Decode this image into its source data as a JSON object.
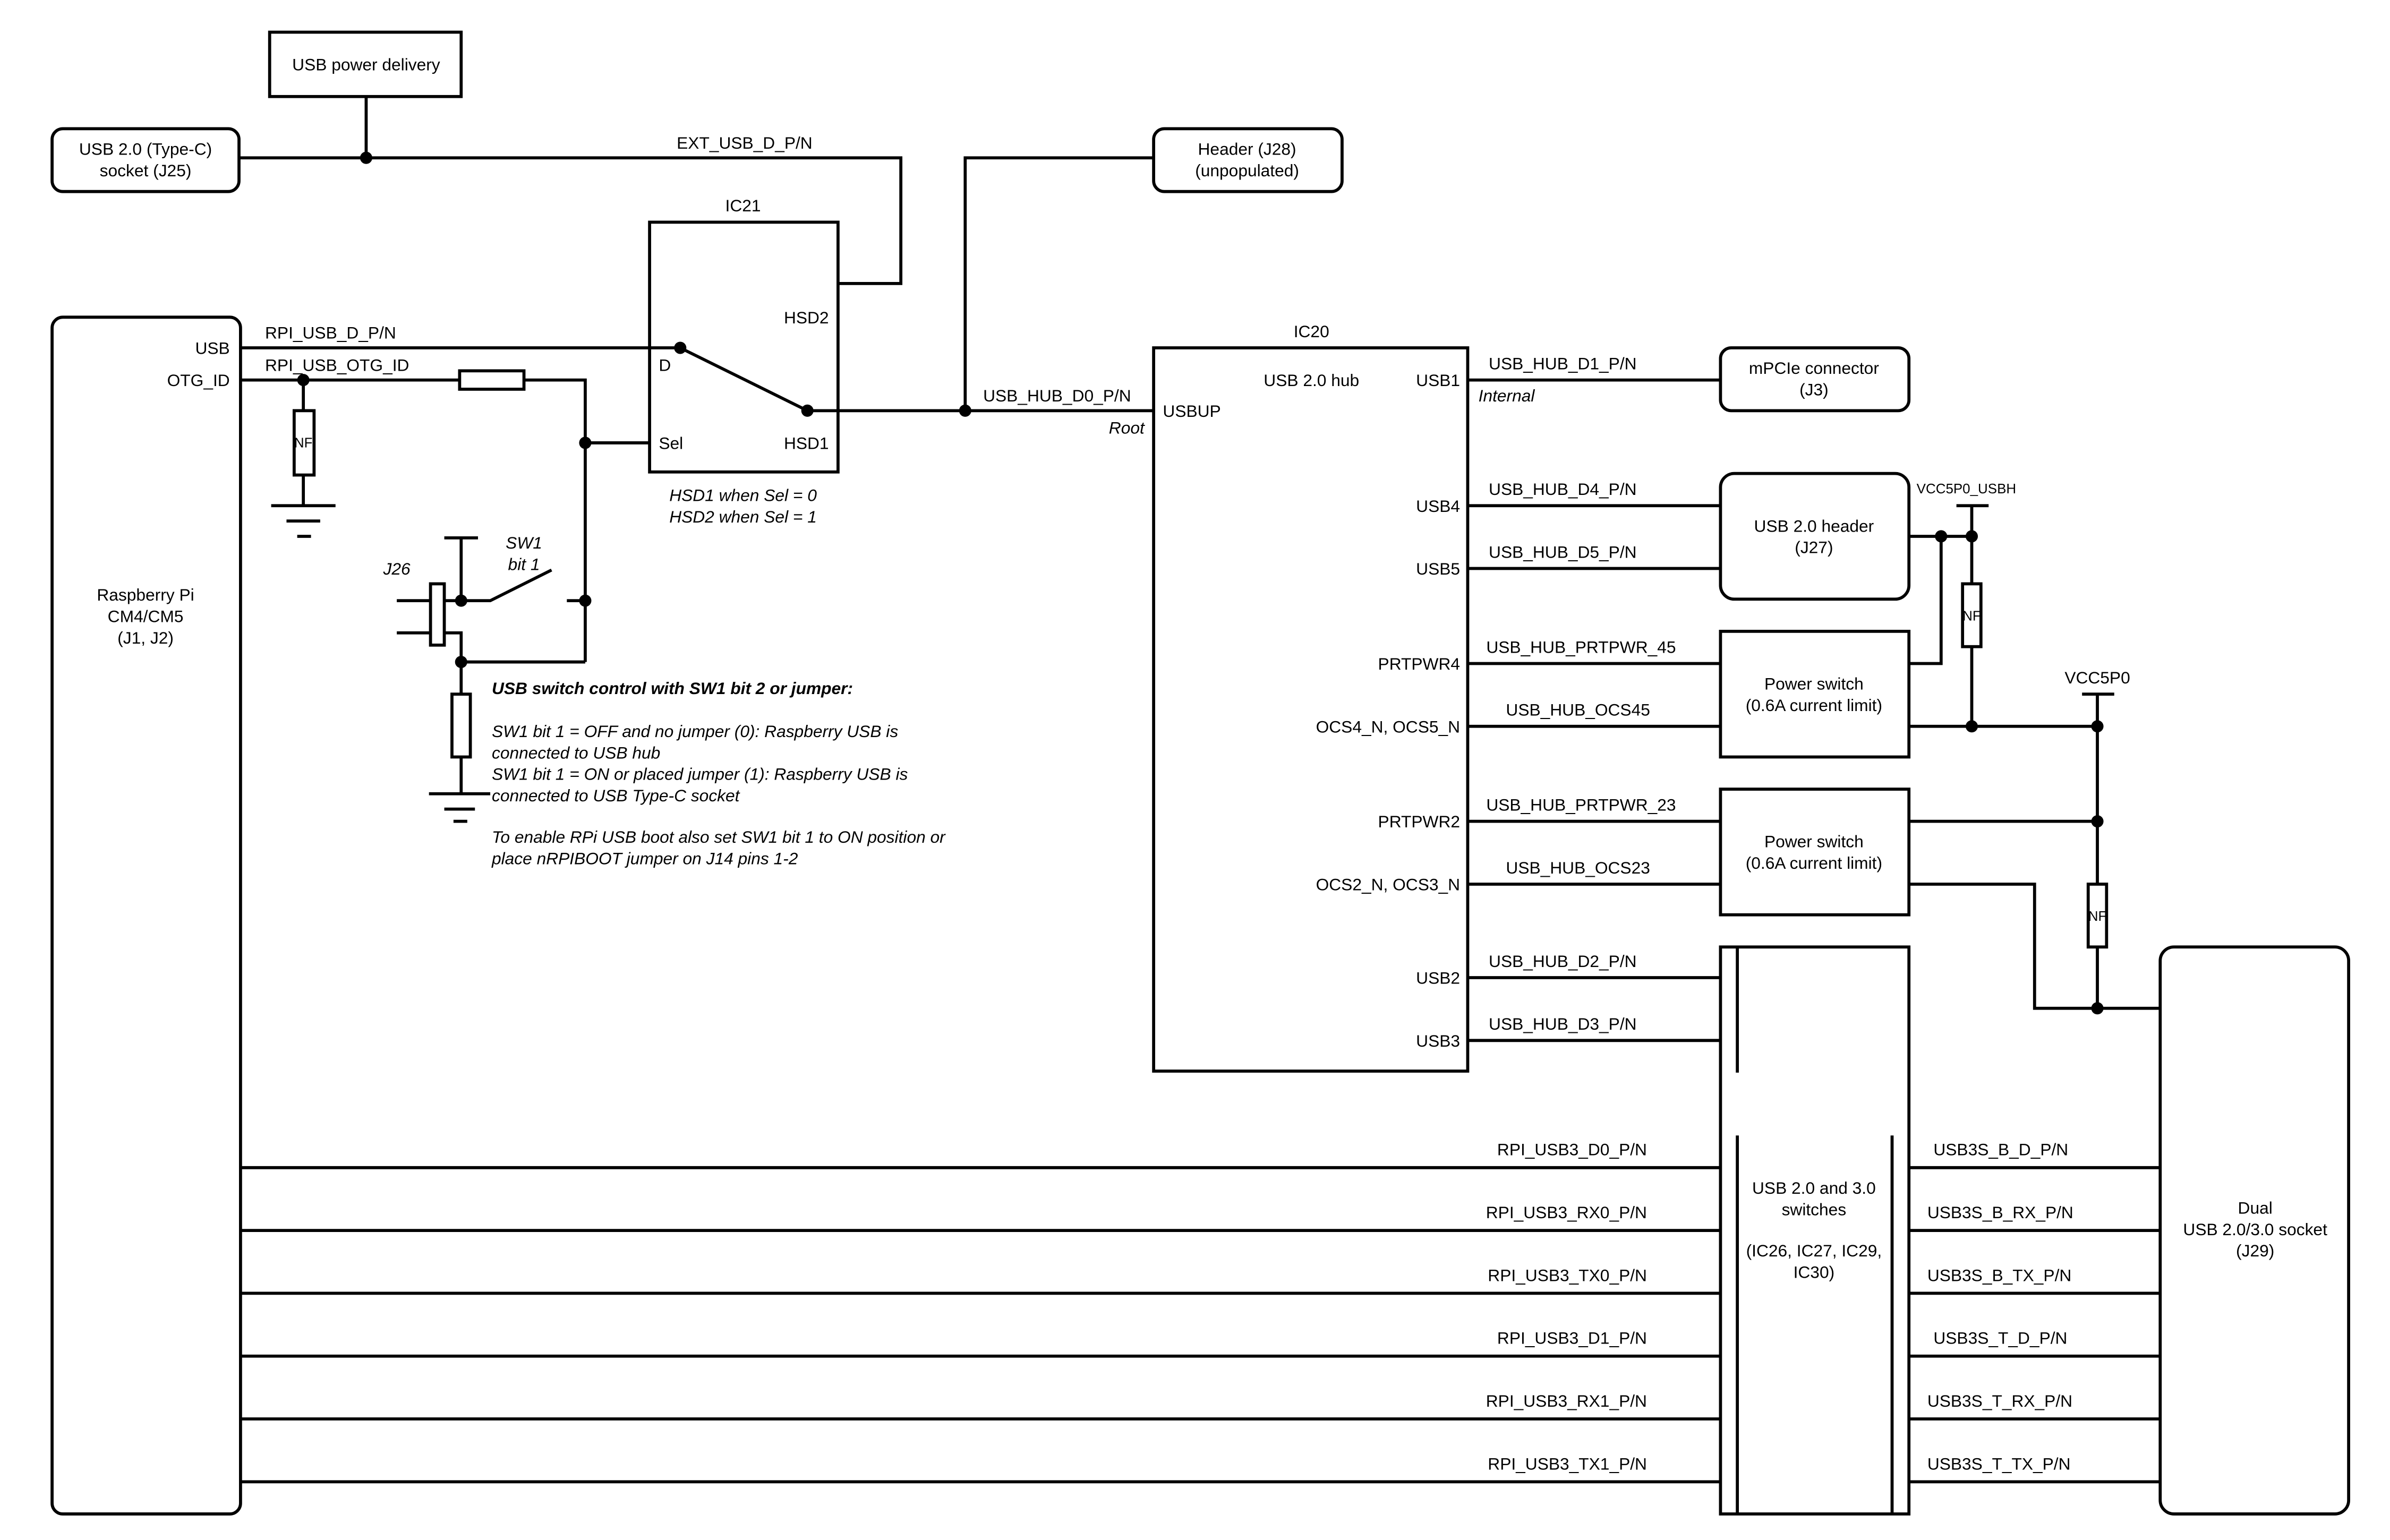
{
  "blocks": {
    "usb_pd": "USB power delivery",
    "typec": [
      "USB 2.0 (Type-C)",
      "socket (J25)"
    ],
    "j28": [
      "Header (J28)",
      "(unpopulated)"
    ],
    "ic21": {
      "title": "IC21",
      "hsd2": "HSD2",
      "d": "D",
      "sel": "Sel",
      "hsd1": "HSD1",
      "note": [
        "HSD1 when Sel = 0",
        "HSD2 when Sel = 1"
      ]
    },
    "pi": {
      "lines": [
        "Raspberry Pi",
        "CM4/CM5",
        "(J1, J2)"
      ],
      "usb": "USB",
      "otg": "OTG_ID"
    },
    "ic20": {
      "title": "IC20",
      "name": "USB 2.0 hub",
      "usbup": "USBUP",
      "root": "Root",
      "internal": "Internal",
      "pins": [
        "USB1",
        "USB4",
        "USB5",
        "PRTPWR4",
        "OCS4_N, OCS5_N",
        "PRTPWR2",
        "OCS2_N, OCS3_N",
        "USB2",
        "USB3"
      ]
    },
    "mpcie": [
      "mPCIe connector",
      "(J3)"
    ],
    "j27": [
      "USB 2.0 header",
      "(J27)"
    ],
    "pwr_switch": [
      "Power switch",
      "(0.6A current limit)"
    ],
    "switches": [
      "USB 2.0 and 3.0",
      "switches",
      "(IC26, IC27, IC29,",
      "IC30)"
    ],
    "j29": [
      "Dual",
      "USB 2.0/3.0 socket",
      "(J29)"
    ],
    "nf": "NF",
    "sw1": [
      "SW1",
      "bit 1"
    ],
    "j26": "J26",
    "vcc_usbh": "VCC5P0_USBH",
    "vcc": "VCC5P0"
  },
  "nets": {
    "ext": "EXT_USB_D_P/N",
    "rpi_usb": "RPI_USB_D_P/N",
    "otg": "RPI_USB_OTG_ID",
    "d0": "USB_HUB_D0_P/N",
    "d1": "USB_HUB_D1_P/N",
    "d4": "USB_HUB_D4_P/N",
    "d5": "USB_HUB_D5_P/N",
    "prt45": "USB_HUB_PRTPWR_45",
    "ocs45": "USB_HUB_OCS45",
    "prt23": "USB_HUB_PRTPWR_23",
    "ocs23": "USB_HUB_OCS23",
    "d2": "USB_HUB_D2_P/N",
    "d3": "USB_HUB_D3_P/N",
    "left": [
      "RPI_USB3_D0_P/N",
      "RPI_USB3_RX0_P/N",
      "RPI_USB3_TX0_P/N",
      "RPI_USB3_D1_P/N",
      "RPI_USB3_RX1_P/N",
      "RPI_USB3_TX1_P/N"
    ],
    "right": [
      "USB3S_B_D_P/N",
      "USB3S_B_RX_P/N",
      "USB3S_B_TX_P/N",
      "USB3S_T_D_P/N",
      "USB3S_T_RX_P/N",
      "USB3S_T_TX_P/N"
    ]
  },
  "notes": {
    "title": "USB switch control with SW1 bit 2 or jumper:",
    "lines": [
      "SW1 bit 1 = OFF and no jumper (0): Raspberry USB is",
      "connected to USB hub",
      "SW1 bit 1 = ON or placed jumper (1):  Raspberry USB is",
      "connected to USB Type-C socket"
    ],
    "boot": [
      "To enable RPi USB boot also set SW1 bit 1 to ON position or",
      "place nRPIBOOT jumper on J14 pins 1-2"
    ]
  }
}
